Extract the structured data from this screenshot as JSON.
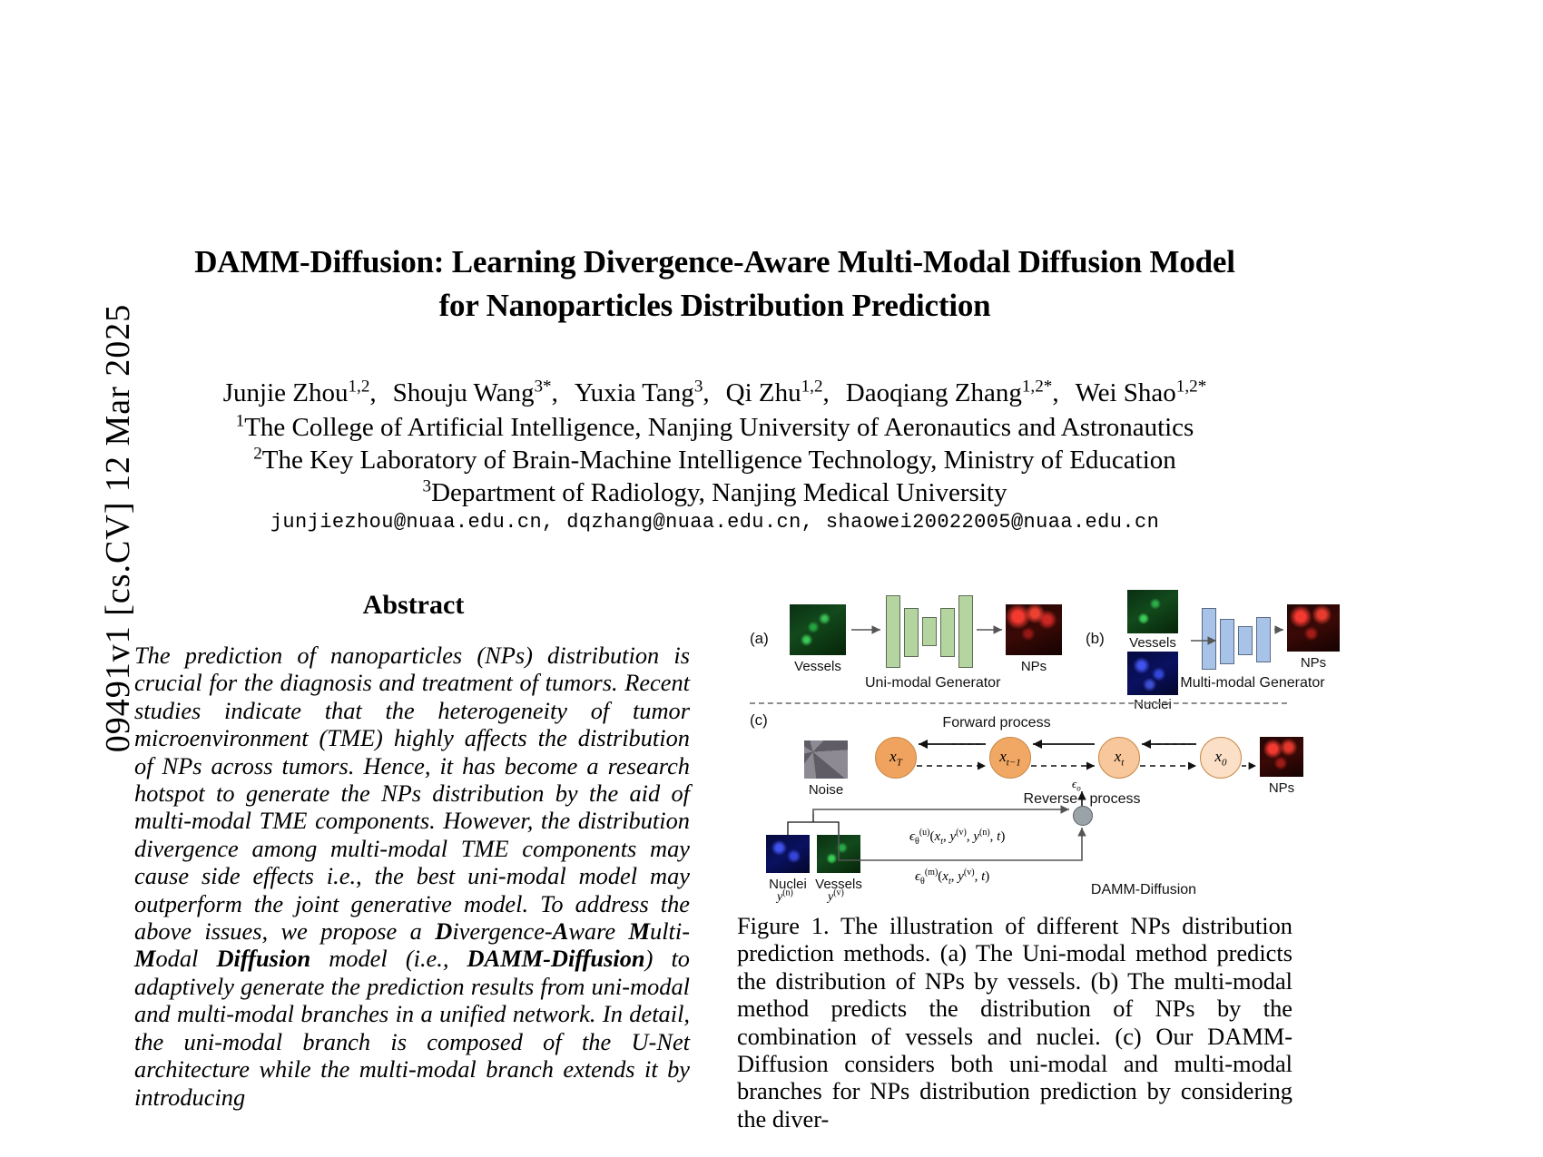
{
  "arxiv": {
    "stamp": "09491v1  [cs.CV]  12 Mar 2025"
  },
  "paper": {
    "title_line1": "DAMM-Diffusion: Learning Divergence-Aware Multi-Modal Diffusion Model",
    "title_line2": "for Nanoparticles Distribution Prediction",
    "authors": [
      {
        "name": "Junjie Zhou",
        "sup": "1,2",
        "sep": ","
      },
      {
        "name": "Shouju Wang",
        "sup": "3*",
        "sep": ","
      },
      {
        "name": "Yuxia Tang",
        "sup": "3",
        "sep": ","
      },
      {
        "name": "Qi Zhu",
        "sup": "1,2",
        "sep": ","
      },
      {
        "name": "Daoqiang Zhang",
        "sup": "1,2*",
        "sep": ","
      },
      {
        "name": "Wei Shao",
        "sup": "1,2*",
        "sep": ""
      }
    ],
    "affiliations": [
      {
        "sup": "1",
        "text": "The College of Artificial Intelligence, Nanjing University of Aeronautics and Astronautics"
      },
      {
        "sup": "2",
        "text": "The Key Laboratory of Brain-Machine Intelligence Technology, Ministry of Education"
      },
      {
        "sup": "3",
        "text": "Department of Radiology, Nanjing Medical University"
      }
    ],
    "emails": "junjiezhou@nuaa.edu.cn, dqzhang@nuaa.edu.cn, shaowei20022005@nuaa.edu.cn"
  },
  "abstract": {
    "heading": "Abstract",
    "text_part1": "The prediction of nanoparticles (NPs) distribution is crucial for the diagnosis and treatment of tumors. Recent studies indicate that the heterogeneity of tumor microenvironment (TME) highly affects the distribution of NPs across tumors. Hence, it has become a research hotspot to generate the NPs distribution by the aid of multi-modal TME components. However, the distribution divergence among multi-modal TME components may cause side effects i.e., the best uni-modal model may outperform the joint generative model. To address the above issues, we propose a ",
    "bold1": "D",
    "t2": "ivergence-",
    "bold2": "A",
    "t3": "ware ",
    "bold3": "M",
    "t4": "ulti-",
    "bold4": "M",
    "t5": "odal ",
    "bold5": "Diffusion",
    "t6": " model (i.e., ",
    "bold6": "DAMM-Diffusion",
    "t7": ") to adaptively generate the prediction results from uni-modal and multi-modal branches in a unified network. In detail, the uni-modal branch is composed of the U-Net architecture while the multi-modal branch extends it by introducing"
  },
  "figure": {
    "panel_a_label": "(a)",
    "panel_b_label": "(b)",
    "panel_c_label": "(c)",
    "a_input_label": "Vessels",
    "a_generator_label": "Uni-modal Generator",
    "a_output_label": "NPs",
    "b_input_label": "Vessels",
    "b_input2_label": "Nuclei",
    "b_generator_label": "Multi-modal Generator",
    "b_output_label": "NPs",
    "c_forward_label": "Forward process",
    "c_reverse_label_left": "Reverse",
    "c_reverse_label_right": "process",
    "c_noise_label": "Noise",
    "c_nps_label": "NPs",
    "c_nodes": [
      "x_T",
      "x_t-1",
      "x_t",
      "x_0"
    ],
    "c_node_text": [
      "x",
      "x",
      "x",
      "x"
    ],
    "c_node_subs": [
      "T",
      "t−1",
      "t",
      "0"
    ],
    "c_eps_out": "ϵ",
    "c_eps_out_sub": "o",
    "c_eq_uni_main": "ϵ",
    "c_eq_uni_sub": "θ",
    "c_eq_uni_sup": "(u)",
    "c_eq_uni_args": "(x",
    "c_eq_uni_full": "(x_t, y^(v), y^(n), t)",
    "c_eq_multi_full": "(x_t, y^(v), t)",
    "c_nuclei_label": "Nuclei",
    "c_vessels_label": "Vessels",
    "c_nuclei_sym": "y",
    "c_nuclei_sym_sup": "(n)",
    "c_vessels_sym": "y",
    "c_vessels_sym_sup": "(v)",
    "c_model_label": "DAMM-Diffusion",
    "colors": {
      "uni_bar": "#b5d5a0",
      "multi_bar": "#a8c3e8",
      "node_dark": "#f0a35e",
      "node_light": "#fbdcc0",
      "divider": "#8c8c8c"
    }
  },
  "caption": {
    "label": "Figure 1.",
    "text": " The illustration of different NPs distribution prediction methods. (a) The Uni-modal method predicts the distribution of NPs by vessels. (b) The multi-modal method predicts the distribution of NPs by the combination of vessels and nuclei. (c) Our DAMM-Diffusion considers both uni-modal and multi-modal branches for NPs distribution prediction by considering the diver-"
  }
}
